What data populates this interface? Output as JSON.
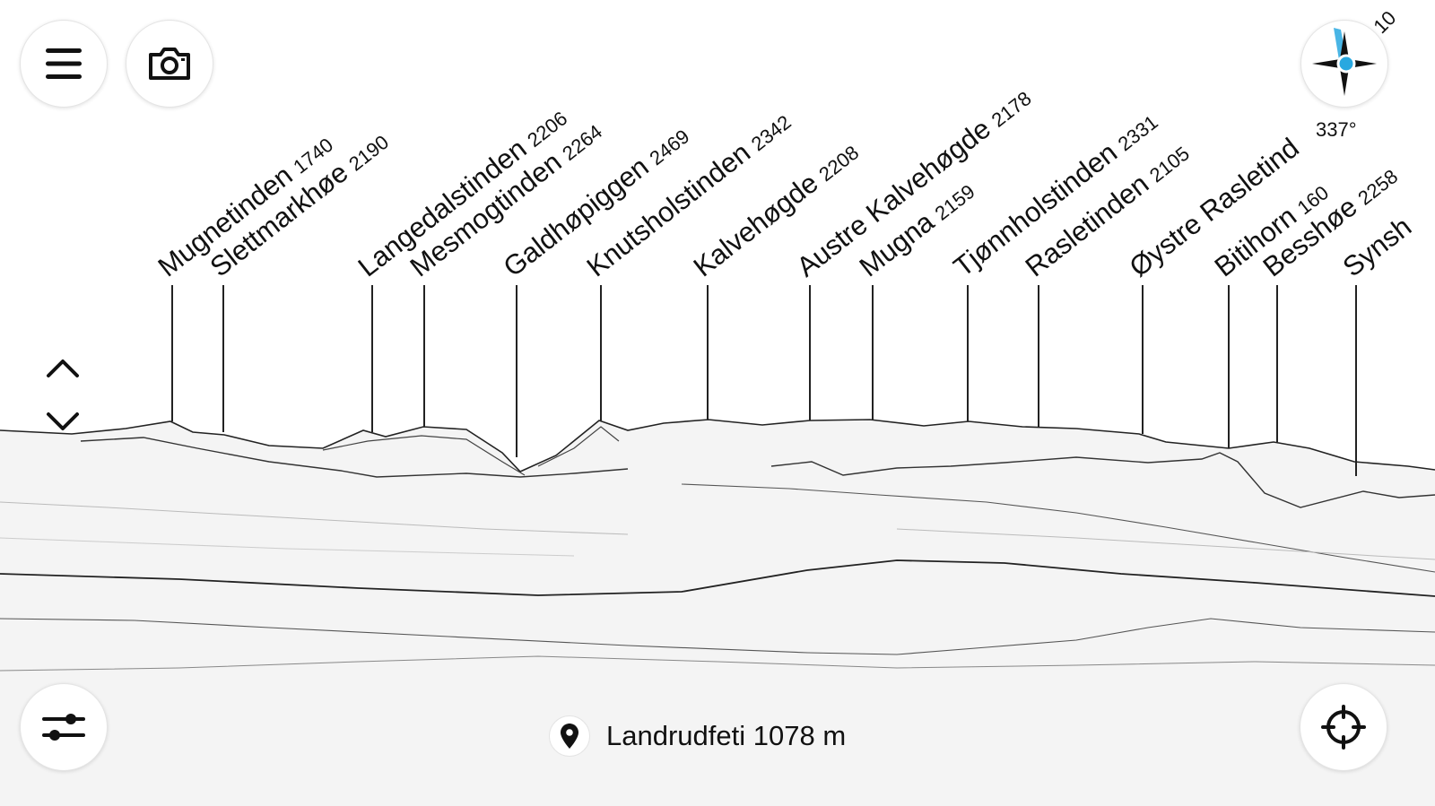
{
  "peaks": [
    {
      "name": "Mugnetinden",
      "elevation": "1740"
    },
    {
      "name": "Slettmarkhøe",
      "elevation": "2190"
    },
    {
      "name": "Langedalstinden",
      "elevation": "2206"
    },
    {
      "name": "Mesmogtinden",
      "elevation": "2264"
    },
    {
      "name": "Galdhøpiggen",
      "elevation": "2469"
    },
    {
      "name": "Knutsholstinden",
      "elevation": "2342"
    },
    {
      "name": "Kalvehøgde",
      "elevation": "2208"
    },
    {
      "name": "Austre Kalvehøgde",
      "elevation": "2178"
    },
    {
      "name": "Mugna",
      "elevation": "2159"
    },
    {
      "name": "Tjønnholstinden",
      "elevation": "2331"
    },
    {
      "name": "Rasletinden",
      "elevation": "2105"
    },
    {
      "name": "Øystre Rasletind",
      "elevation": ""
    },
    {
      "name": "Bitihorn",
      "elevation": "160"
    },
    {
      "name": "Besshøe",
      "elevation": "2258"
    },
    {
      "name": "Synsh",
      "elevation": ""
    }
  ],
  "compass": {
    "heading": "337°",
    "edge_value": "10"
  },
  "location": {
    "name": "Landrudfeti",
    "elevation": "1078 m"
  },
  "icons": {
    "menu": "hamburger-menu-icon",
    "camera": "camera-icon",
    "up": "chevron-up-icon",
    "down": "chevron-down-icon",
    "settings": "sliders-icon",
    "pin": "location-pin-icon",
    "locate": "crosshair-icon",
    "compass": "compass-rose-icon"
  },
  "colors": {
    "background": "#ffffff",
    "ink": "#111111",
    "compass_accent": "#29a8e0"
  }
}
